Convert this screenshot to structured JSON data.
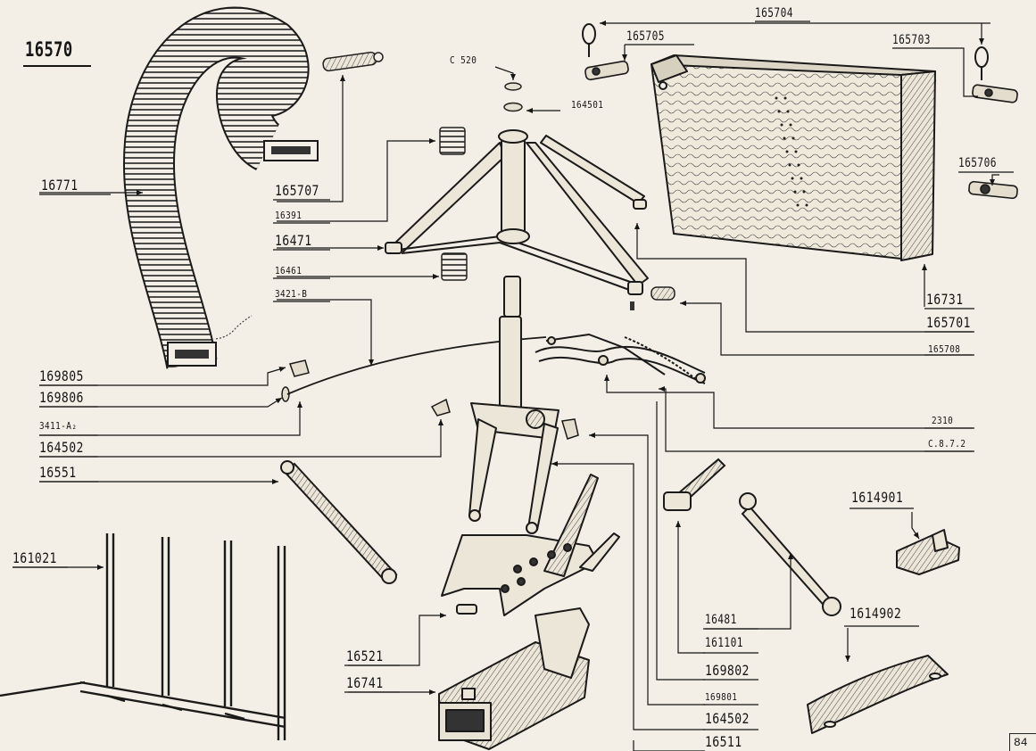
{
  "sheet": {
    "title": "16570",
    "page_number": "84"
  },
  "parts": [
    {
      "id": "p165704",
      "label": "165704"
    },
    {
      "id": "p165705",
      "label": "165705"
    },
    {
      "id": "p165703",
      "label": "165703"
    },
    {
      "id": "pc520",
      "label": "C 520"
    },
    {
      "id": "p164501",
      "label": "164501"
    },
    {
      "id": "p165706",
      "label": "165706"
    },
    {
      "id": "p16771",
      "label": "16771"
    },
    {
      "id": "p165707",
      "label": "165707"
    },
    {
      "id": "p16391",
      "label": "16391"
    },
    {
      "id": "p16471",
      "label": "16471"
    },
    {
      "id": "p16461",
      "label": "16461"
    },
    {
      "id": "p3421b",
      "label": "3421-B"
    },
    {
      "id": "p16731",
      "label": "16731"
    },
    {
      "id": "p165701",
      "label": "165701"
    },
    {
      "id": "p165708",
      "label": "165708"
    },
    {
      "id": "p169805",
      "label": "169805"
    },
    {
      "id": "p169806",
      "label": "169806"
    },
    {
      "id": "p3411a2",
      "label": "3411-A₂"
    },
    {
      "id": "p164502a",
      "label": "164502"
    },
    {
      "id": "p2310",
      "label": "2310"
    },
    {
      "id": "pc872",
      "label": "C.8.7.2"
    },
    {
      "id": "p16551",
      "label": "16551"
    },
    {
      "id": "p1614901",
      "label": "1614901"
    },
    {
      "id": "p161021",
      "label": "161021"
    },
    {
      "id": "p16481",
      "label": "16481"
    },
    {
      "id": "p161101",
      "label": "161101"
    },
    {
      "id": "p1614902",
      "label": "1614902"
    },
    {
      "id": "p16521",
      "label": "16521"
    },
    {
      "id": "p169802",
      "label": "169802"
    },
    {
      "id": "p16741",
      "label": "16741"
    },
    {
      "id": "p169801",
      "label": "169801"
    },
    {
      "id": "p164502b",
      "label": "164502"
    },
    {
      "id": "p16511",
      "label": "16511"
    }
  ],
  "colors": {
    "paper": "#f3efe6",
    "ink": "#151515"
  }
}
